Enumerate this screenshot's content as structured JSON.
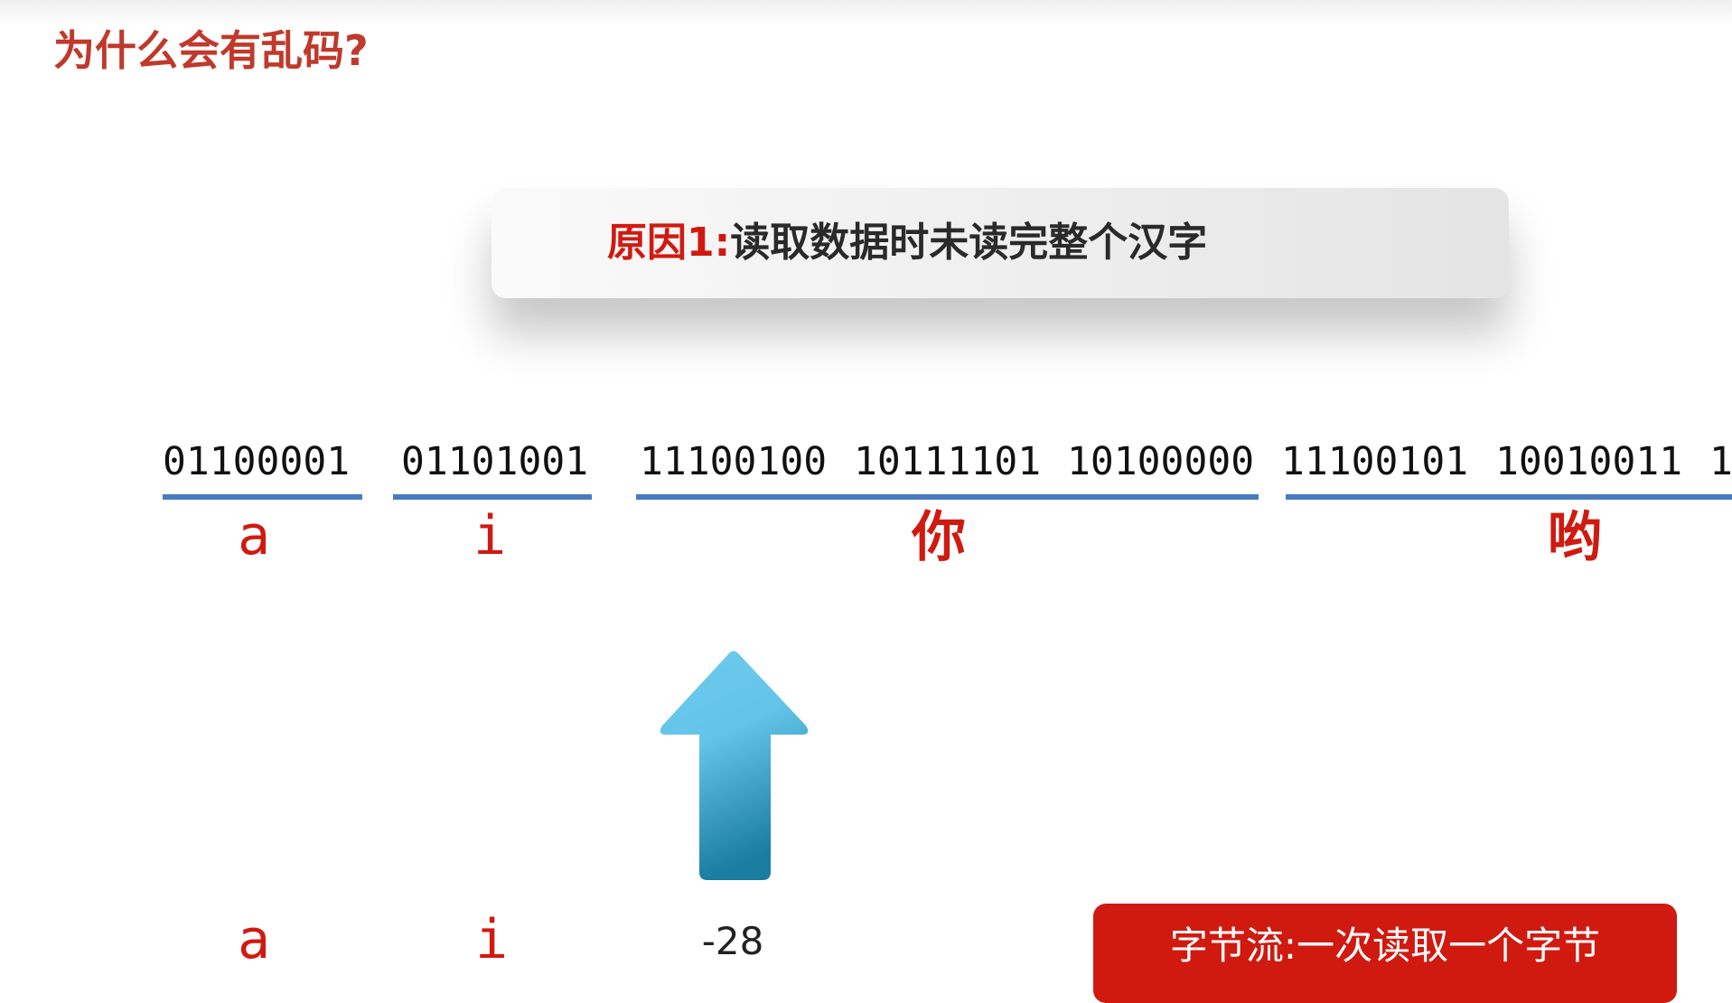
{
  "slide": {
    "title": "为什么会有乱码?",
    "card": {
      "label": "原因1:",
      "text": "读取数据时未读完整个汉字"
    },
    "bytes": [
      "01100001",
      "01101001",
      "11100100",
      "10111101",
      "10100000",
      "11100101",
      "10010011",
      "1"
    ],
    "characters": [
      "a",
      "i",
      "你",
      "哟"
    ],
    "read_result": {
      "first": "a",
      "second": "i",
      "third": "-28"
    },
    "note": "字节流:一次读取一个字节",
    "colors": {
      "accent_red": "#d01a10",
      "underline_blue": "#4a7bbf",
      "arrow_blue": "#4fb9e0"
    },
    "arrow_icon": "up-arrow-icon"
  }
}
